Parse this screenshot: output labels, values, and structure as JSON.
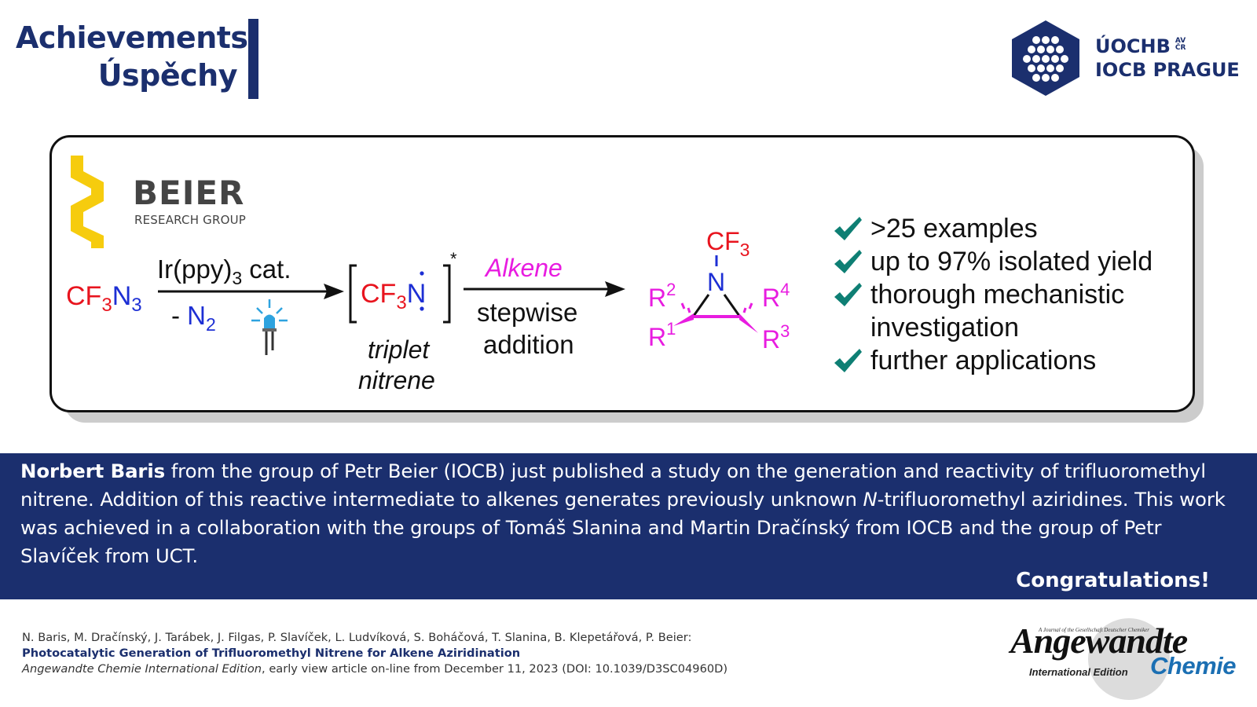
{
  "header": {
    "title_line1": "Achievements",
    "title_line2": "Úspěchy"
  },
  "institute": {
    "line1": "ÚOCHB",
    "avcr_line1": "AV",
    "avcr_line2": "ČR",
    "line2": "IOCB PRAGUE"
  },
  "research_group": {
    "name": "BEIER",
    "subtitle": "RESEARCH GROUP"
  },
  "scheme": {
    "reactant_cf": "CF",
    "reactant_sub3": "3",
    "reactant_n": "N",
    "reactant_sub3b": "3",
    "catalyst": "Ir(ppy)",
    "catalyst_sub": "3",
    "catalyst_cat": " cat.",
    "byproduct_minus": "- ",
    "byproduct_n": "N",
    "byproduct_sub": "2",
    "intermediate_cf": "CF",
    "intermediate_sub": "3",
    "intermediate_n": "N",
    "intermediate_star": "*",
    "intermediate_label1": "triplet",
    "intermediate_label2": "nitrene",
    "reagent": "Alkene",
    "step_label1": "stepwise",
    "step_label2": "addition",
    "product_cf": "CF",
    "product_sub": "3",
    "product_n": "N",
    "r_letter": "R",
    "r1": "1",
    "r2": "2",
    "r3": "3",
    "r4": "4"
  },
  "features": [
    ">25 examples",
    "up to 97% isolated yield",
    "thorough mechanistic investigation",
    "further applications"
  ],
  "announcement": {
    "name": "Norbert Baris",
    "text1": " from the group of Petr Beier (IOCB) just published a study on the generation and reactivity of trifluoromethyl nitrene. Addition of this reactive intermediate to alkenes generates previously unknown ",
    "italic_n": "N",
    "text2": "-trifluoromethyl aziridines. This work was achieved in a collaboration with the groups of Tomáš Slanina and Martin Dračínský from IOCB and the group of Petr Slavíček from UCT.",
    "congrats": "Congratulations!"
  },
  "citation": {
    "authors": "N. Baris, M. Dračínský, J. Tarábek, J. Filgas, P. Slavíček, L. Ludvíková, S. Boháčová, T. Slanina, B. Klepetářová, P. Beier:",
    "title": "Photocatalytic Generation of Trifluoromethyl Nitrene for Alkene Aziridination",
    "journal": "Angewandte Chemie International Edition",
    "details": ", early view article on-line from December 11, 2023 (DOI: 10.1039/D3SC04960D)"
  },
  "journal_logo": {
    "tagline": "A Journal of the Gesellschaft Deutscher Chemiker",
    "name": "Angewandte",
    "edition": "International Edition",
    "chemie": "Chemie"
  },
  "colors": {
    "navy": "#1b2f6e",
    "red": "#e8141e",
    "blue": "#1d2fd4",
    "magenta": "#e81ce0",
    "teal": "#0e7f74",
    "yellow": "#f6cc0e"
  }
}
